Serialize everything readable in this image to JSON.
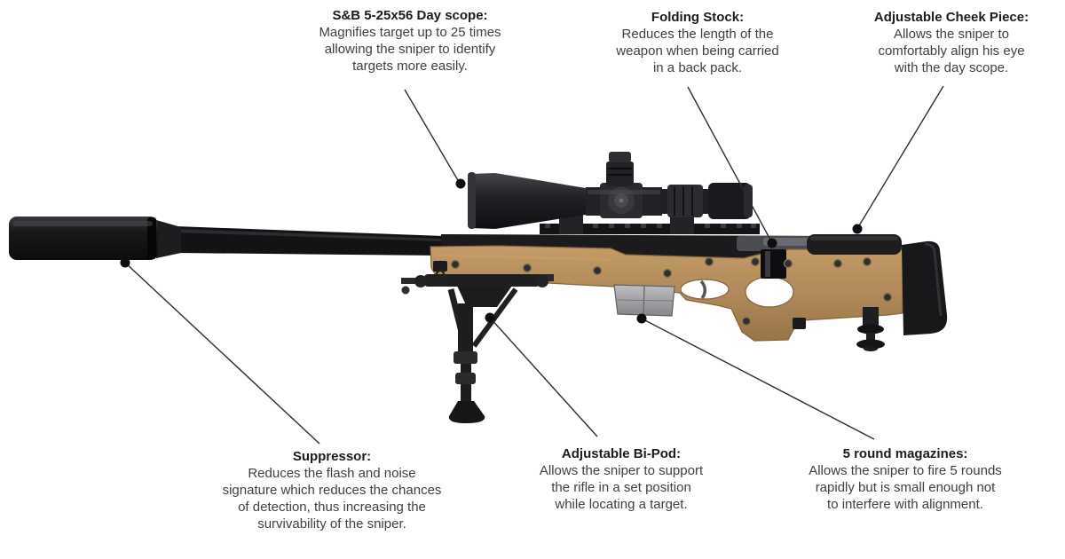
{
  "diagram": {
    "subject": "Sniper rifle annotated component diagram",
    "colors": {
      "background": "#ffffff",
      "stock_tan": "#b1895a",
      "metal_black": "#1a1a1c",
      "magazine_gray": "#a3a3a6",
      "leader_line": "#2d2d2d",
      "title_text": "#1c1c1c",
      "body_text": "#3f3f3f"
    },
    "labels": {
      "scope": {
        "title": "S&B 5-25x56 Day scope:",
        "body": "Magnifies target up to 25 times\nallowing the sniper to identify\ntargets more easily."
      },
      "folding_stock": {
        "title": "Folding Stock:",
        "body": "Reduces the length of the\nweapon when being carried\nin a back pack."
      },
      "cheek_piece": {
        "title": "Adjustable Cheek Piece:",
        "body": "Allows the sniper to\ncomfortably align his eye\nwith the day scope."
      },
      "suppressor": {
        "title": "Suppressor:",
        "body": "Reduces the flash and noise\nsignature which reduces the chances\nof detection, thus increasing the\nsurvivability of the sniper."
      },
      "bipod": {
        "title": "Adjustable Bi-Pod:",
        "body": "Allows the sniper to support\nthe rifle in a set position\nwhile locating a target."
      },
      "magazines": {
        "title": "5 round magazines:",
        "body": "Allows the sniper to fire 5 rounds\nrapidly but is small enough not\nto interfere with alignment."
      }
    }
  }
}
